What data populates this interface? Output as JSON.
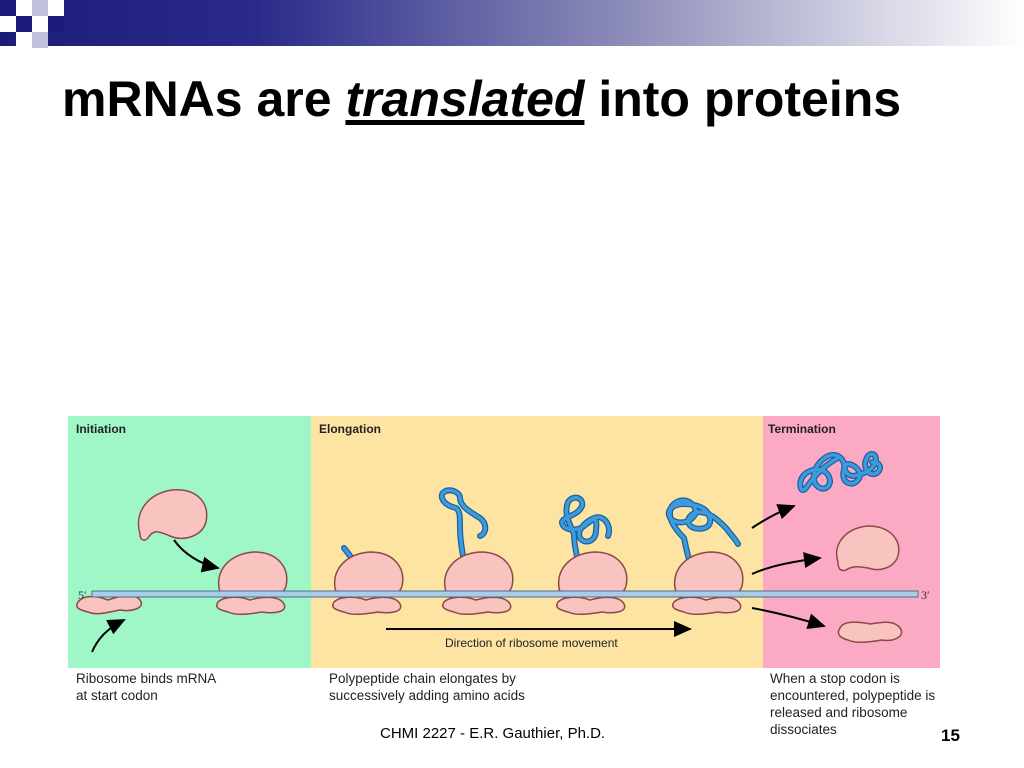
{
  "title": {
    "pre": "mRNAs are ",
    "emphasis": "translated",
    "post": " into proteins"
  },
  "figure": {
    "sections": {
      "initiation": "Initiation",
      "elongation": "Elongation",
      "termination": "Termination"
    },
    "end_5": "5′",
    "end_3": "3′",
    "direction_label": "Direction of ribosome movement",
    "captions": {
      "initiation": [
        "Ribosome binds mRNA",
        "at start codon"
      ],
      "elongation": [
        "Polypeptide chain elongates by",
        "successively adding amino acids"
      ],
      "termination": [
        "When a stop codon is",
        "encountered, polypeptide is",
        "released and ribosome",
        "dissociates"
      ]
    },
    "colors": {
      "initiation_bg": "#9ff7c8",
      "elongation_bg": "#fde4a2",
      "termination_bg": "#fca9c4",
      "ribosome": "#f9c3c0",
      "polypeptide": "#2b7fc4",
      "mrna": "#a9cde6"
    }
  },
  "footer": {
    "text": "CHMI 2227 - E.R. Gauthier, Ph.D.",
    "page": "15"
  }
}
